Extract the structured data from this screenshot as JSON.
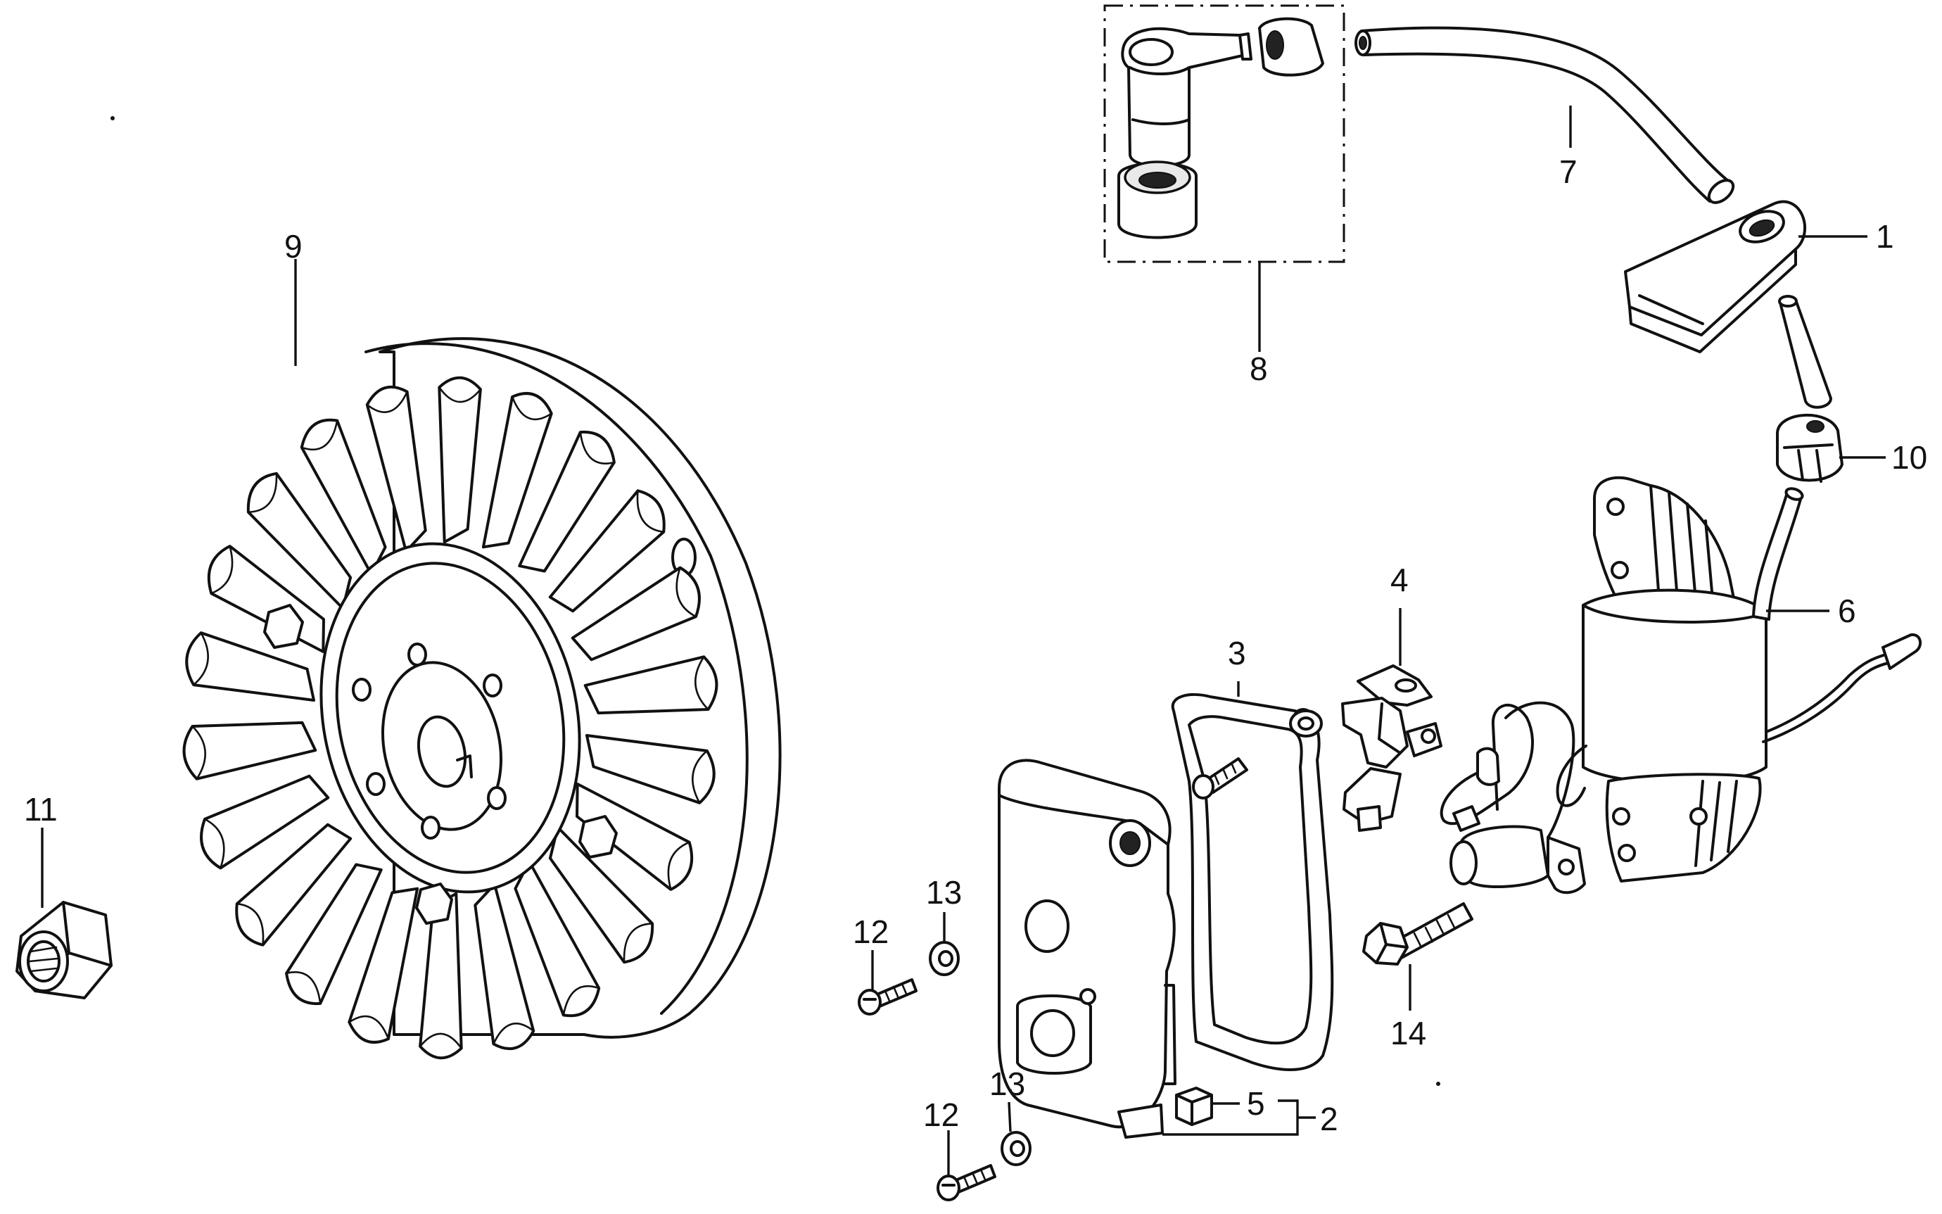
{
  "callouts": {
    "c1": "1",
    "c2": "2",
    "c3": "3",
    "c4": "4",
    "c5": "5",
    "c6": "6",
    "c7": "7",
    "c8": "8",
    "c9": "9",
    "c10": "10",
    "c11": "11",
    "c12a": "12",
    "c12b": "12",
    "c13a": "13",
    "c13b": "13",
    "c14": "14"
  }
}
